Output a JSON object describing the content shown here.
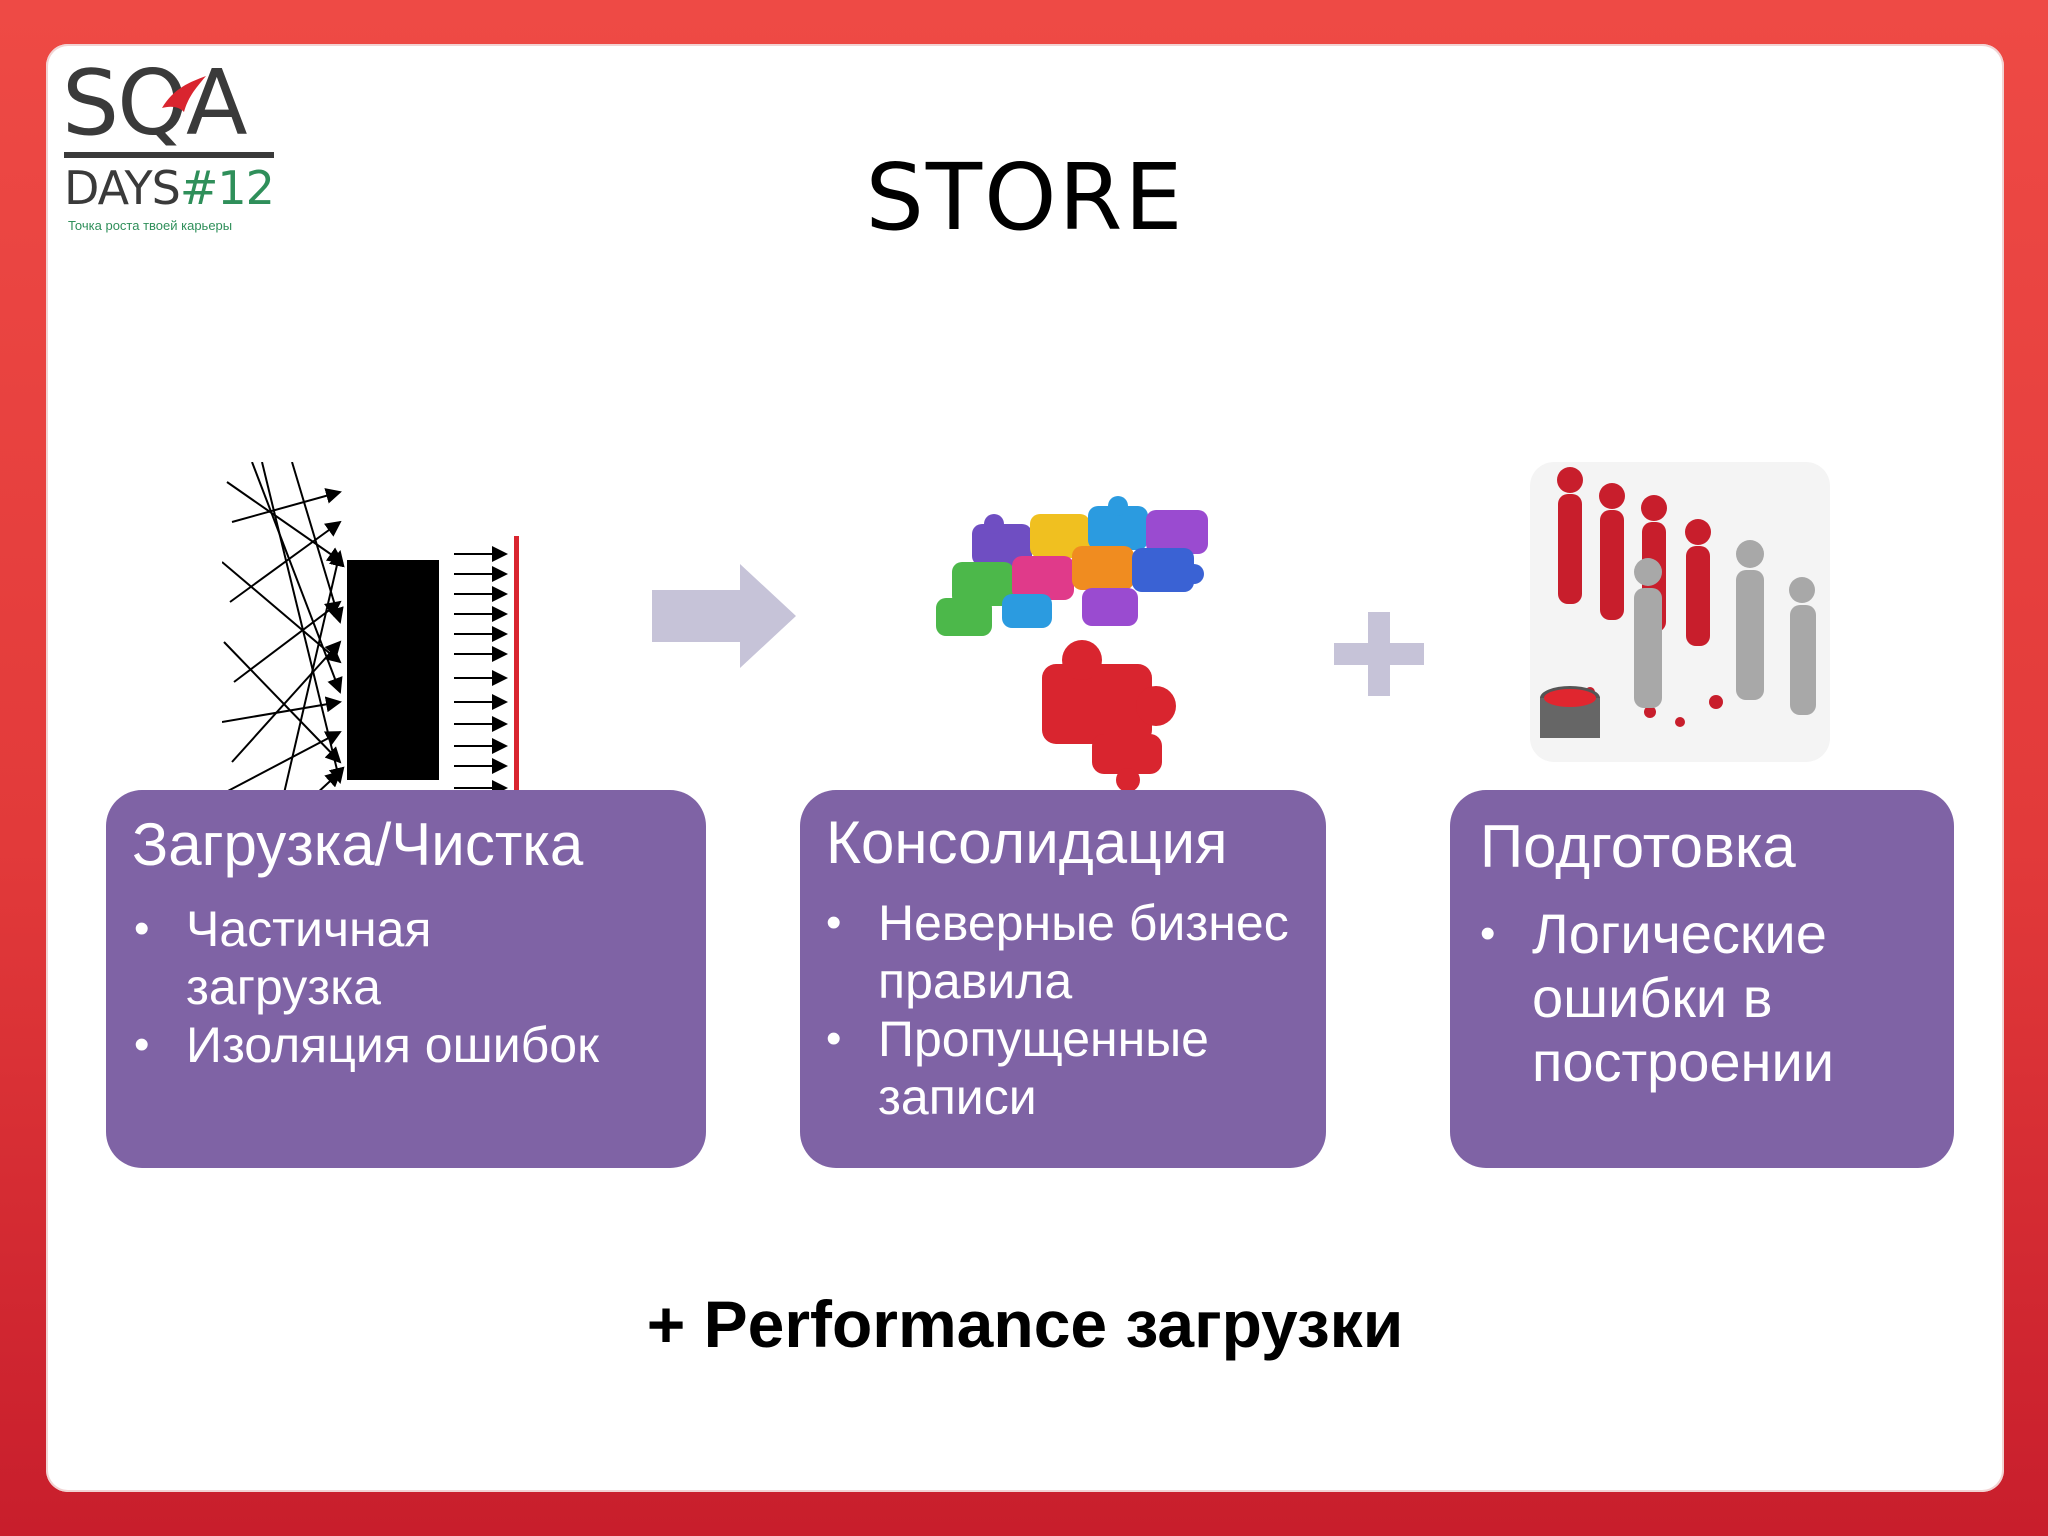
{
  "logo": {
    "line1": "SQA",
    "days": "DAYS",
    "number": "#12",
    "tagline": "Точка роста твоей карьеры",
    "accent_color": "#2f8f5a"
  },
  "slide": {
    "title": "STORE",
    "footer": "+ Performance загрузки"
  },
  "connectors": {
    "arrow_icon": "right-arrow-icon",
    "plus_icon": "plus-icon",
    "color": "#c6c3d8"
  },
  "steps": [
    {
      "heading": "Загрузка/Чистка",
      "bullets": [
        "Частичная загрузка",
        "Изоляция ошибок"
      ],
      "icon": "filter-funnel-icon"
    },
    {
      "heading": "Консолидация",
      "bullets": [
        "Неверные бизнес правила",
        "Пропущенные записи"
      ],
      "icon": "puzzle-icon"
    },
    {
      "heading": "Подготовка",
      "bullets": [
        "Логические ошибки в построении"
      ],
      "icon": "people-paint-icon"
    }
  ],
  "colors": {
    "box": "#7f63a5",
    "frame": "#e23a3a"
  }
}
